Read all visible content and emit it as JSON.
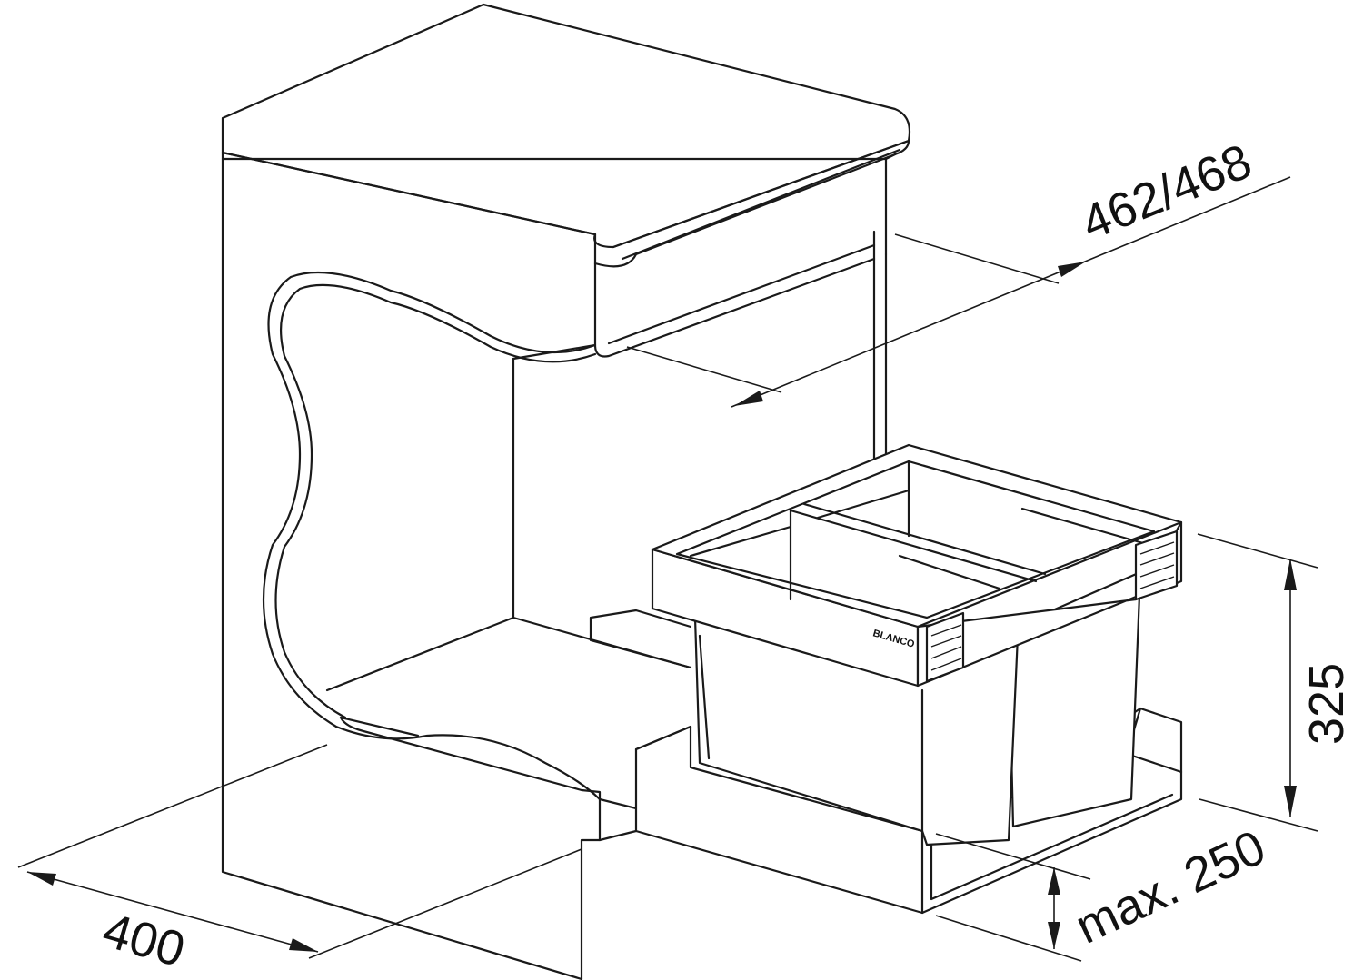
{
  "dimensions": {
    "width": "400",
    "depth": "462/468",
    "height": "325",
    "plinth": "max. 250"
  },
  "brand": "BLANCO",
  "colors": {
    "line": "#1a1a1a",
    "background": "#ffffff"
  }
}
